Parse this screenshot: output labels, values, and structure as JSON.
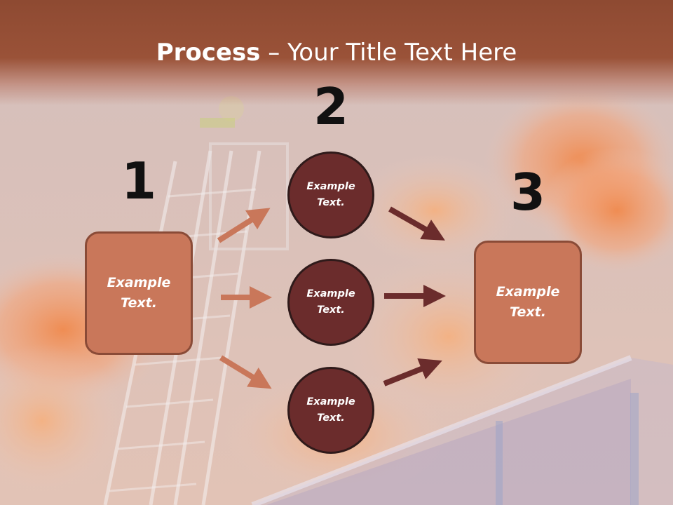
{
  "title": {
    "bold": "Process",
    "rest": " – Your Title Text Here"
  },
  "numbers": {
    "n1": "1",
    "n2": "2",
    "n3": "3"
  },
  "left_box": {
    "line1": "Example",
    "line2": "Text."
  },
  "right_box": {
    "line1": "Example",
    "line2": "Text."
  },
  "circles": [
    {
      "line1": "Example",
      "line2": "Text."
    },
    {
      "line1": "Example",
      "line2": "Text."
    },
    {
      "line1": "Example",
      "line2": "Text."
    }
  ],
  "colors": {
    "title_bar": "#9a5238",
    "box_fill": "#c9775a",
    "circle_fill": "#6b2c2c",
    "arrow_light": "#c9775a",
    "arrow_dark": "#6b2c2c"
  }
}
